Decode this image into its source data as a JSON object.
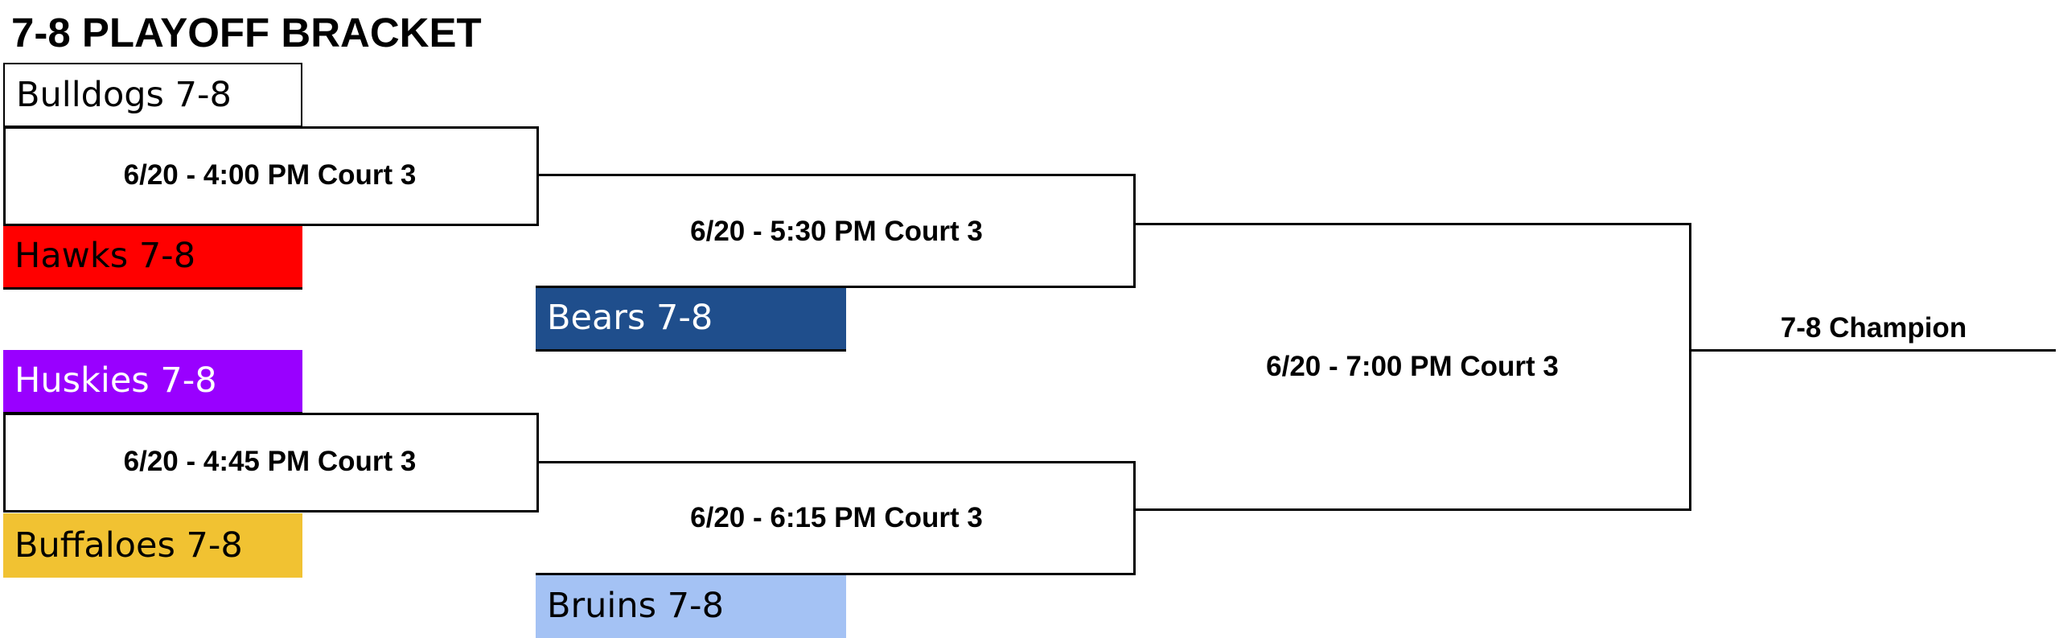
{
  "title": "7-8 PLAYOFF BRACKET",
  "teams": {
    "bulldogs": {
      "label": "Bulldogs 7-8",
      "bg": "#ffffff",
      "fg": "#000000"
    },
    "hawks": {
      "label": "Hawks 7-8",
      "bg": "#ff0000",
      "fg": "#000000"
    },
    "bears": {
      "label": "Bears 7-8",
      "bg": "#1f4e8c",
      "fg": "#ffffff"
    },
    "huskies": {
      "label": "Huskies 7-8",
      "bg": "#9900ff",
      "fg": "#ffffff"
    },
    "buffaloes": {
      "label": "Buffaloes 7-8",
      "bg": "#f1c232",
      "fg": "#000000"
    },
    "bruins": {
      "label": "Bruins 7-8",
      "bg": "#a4c2f4",
      "fg": "#000000"
    }
  },
  "games": {
    "g1": "6/20 - 4:00 PM Court 3",
    "g2": "6/20 - 4:45 PM Court 3",
    "g3": "6/20 - 5:30 PM Court 3",
    "g4": "6/20 - 6:15 PM Court 3",
    "g5": "6/20 - 7:00 PM Court 3"
  },
  "champion_label": "7-8 Champion",
  "colors": {
    "line": "#000000"
  }
}
